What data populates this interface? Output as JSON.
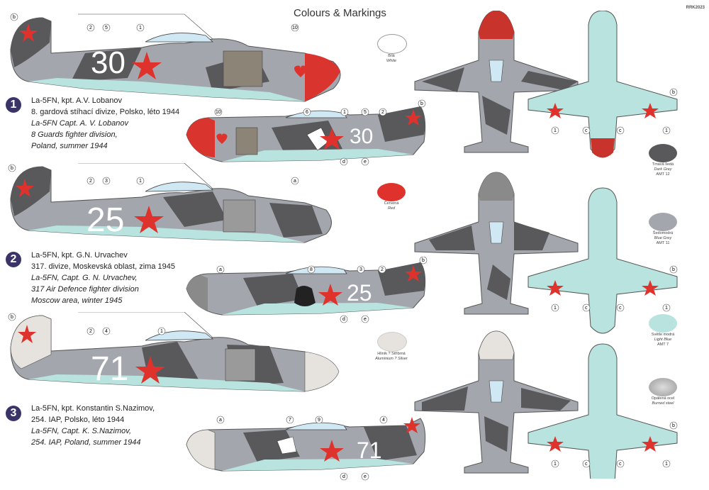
{
  "title": "Colours & Markings",
  "code": "RRK2023",
  "schemes": [
    {
      "num": "1",
      "cz1": "La-5FN, kpt. A.V. Lobanov",
      "cz2": "8. gardová stíhací divize, Polsko, léto 1944",
      "en1": "La-5FN Capt. A. V. Lobanov",
      "en2": "8 Guards fighter division,",
      "en3": "Poland, summer 1944",
      "code": "30"
    },
    {
      "num": "2",
      "cz1": "La-5FN, kpt. G.N. Urvachev",
      "cz2": "317. divize, Moskevská oblast, zima 1945",
      "en1": "La-5FN,  Capt. G. N. Urvachev,",
      "en2": "317 Air Defence fighter division",
      "en3": "Moscow area, winter 1945",
      "code": "25"
    },
    {
      "num": "3",
      "cz1": "La-5FN, kpt. Konstantin S.Nazimov,",
      "cz2": "254. IAP, Polsko, léto 1944",
      "en1": "La-5FN, Capt. K. S.Nazimov,",
      "en2": "254. IAP, Poland, summer 1944",
      "en3": "",
      "code": "71"
    }
  ],
  "swatches": [
    {
      "cz": "Bílá",
      "en": "White",
      "color": "#ffffff"
    },
    {
      "cz": "Červená",
      "en": "Red",
      "color": "#e0322c"
    },
    {
      "cz": "Hliník ? Stříbrná",
      "en": "Aluminium ? Silver",
      "color": "#e6e3de"
    },
    {
      "cz": "Tmavá šedá",
      "en": "Dark Grey",
      "amt": "AMT 12",
      "color": "#59595b"
    },
    {
      "cz": "Šedomodrá",
      "en": "Blue Grey",
      "amt": "AMT 11",
      "color": "#a3a6ad"
    },
    {
      "cz": "Světle modrá",
      "en": "Light Blue",
      "amt": "AMT 7",
      "color": "#b8e3df"
    },
    {
      "cz": "Opálená ocel",
      "en": "Burned steel",
      "color": "#a9a9a9"
    }
  ],
  "callouts": {
    "n1": "1",
    "n2": "2",
    "n3": "3",
    "n4": "4",
    "n5": "5",
    "n6": "6",
    "n7": "7",
    "n8": "8",
    "n9": "9",
    "n10": "10",
    "a": "a",
    "b": "b",
    "c": "c",
    "d": "d",
    "e": "e"
  }
}
